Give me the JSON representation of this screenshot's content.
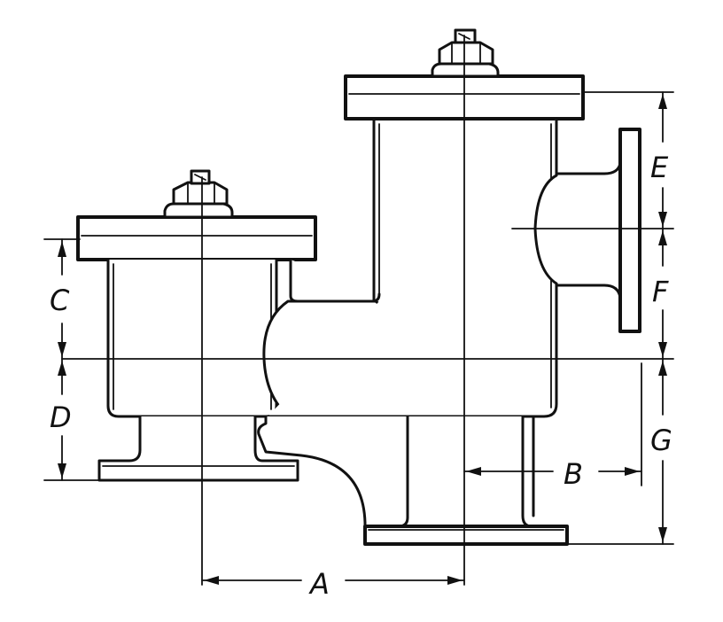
{
  "diagram": {
    "labels": {
      "a": "A",
      "b": "B",
      "c": "C",
      "d": "D",
      "e": "E",
      "f": "F",
      "g": "G"
    }
  }
}
